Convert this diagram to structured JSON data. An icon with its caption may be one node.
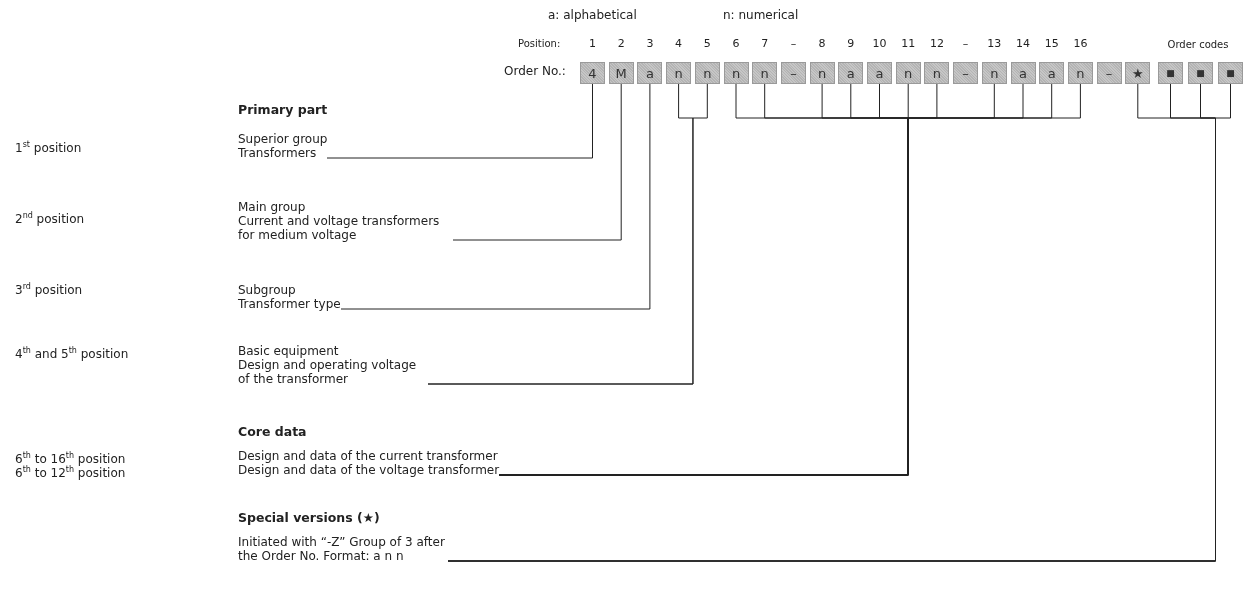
{
  "diagram": {
    "nodes": [
      {
        "text": [
          "4"
        ]
      },
      {
        "text": [
          "M"
        ]
      },
      {
        "text": [
          "a"
        ]
      },
      {
        "text": [
          "n"
        ]
      },
      {
        "text": [
          "n"
        ]
      },
      {
        "text": [
          "n"
        ]
      },
      {
        "text": [
          "n"
        ]
      },
      {
        "text": [
          "–"
        ]
      },
      {
        "text": [
          "n"
        ]
      },
      {
        "text": [
          "a"
        ]
      },
      {
        "text": [
          "a"
        ]
      },
      {
        "text": [
          "n"
        ]
      },
      {
        "text": [
          "n"
        ]
      },
      {
        "text": [
          "–"
        ]
      },
      {
        "text": [
          "n"
        ]
      },
      {
        "text": [
          "a"
        ]
      },
      {
        "text": [
          "a"
        ]
      },
      {
        "text": [
          "n"
        ]
      },
      {
        "text": [
          "–"
        ]
      },
      {
        "text": [
          "★"
        ]
      },
      {
        "text": [
          "■"
        ]
      },
      {
        "text": [
          "■"
        ]
      },
      {
        "text": [
          "■"
        ]
      },
      {
        "text": [
          "Superior group",
          "Transformers"
        ]
      },
      {
        "text": [
          "Main group",
          "Current and voltage transformers for medium voltage"
        ]
      },
      {
        "text": [
          "Subgroup",
          "Transformer type"
        ]
      },
      {
        "text": [
          "Basic equipment",
          "Design and operating voltage of the transformer"
        ]
      },
      {
        "text": [
          "Core data",
          "Design and data of the current transformer",
          "Design and data of the voltage transformer"
        ]
      },
      {
        "text": [
          "Special versions (★)",
          "Initiated with “-Z” Group of 3 after the Order No. Format: a n n"
        ]
      }
    ],
    "edges": [
      {
        "from": 23,
        "to": 0,
        "arrow": "none"
      },
      {
        "from": 24,
        "to": 1,
        "arrow": "none"
      },
      {
        "from": 25,
        "to": 2,
        "arrow": "none"
      },
      {
        "from": 26,
        "to": 3,
        "arrow": "none"
      },
      {
        "from": 26,
        "to": 4,
        "arrow": "none"
      },
      {
        "from": 27,
        "to": 5,
        "arrow": "none"
      },
      {
        "from": 27,
        "to": 6,
        "arrow": "none"
      },
      {
        "from": 27,
        "to": 8,
        "arrow": "none"
      },
      {
        "from": 27,
        "to": 9,
        "arrow": "none"
      },
      {
        "from": 27,
        "to": 10,
        "arrow": "none"
      },
      {
        "from": 27,
        "to": 11,
        "arrow": "none"
      },
      {
        "from": 27,
        "to": 12,
        "arrow": "none"
      },
      {
        "from": 27,
        "to": 14,
        "arrow": "none"
      },
      {
        "from": 27,
        "to": 15,
        "arrow": "none"
      },
      {
        "from": 27,
        "to": 16,
        "arrow": "none"
      },
      {
        "from": 27,
        "to": 17,
        "arrow": "none"
      },
      {
        "from": 28,
        "to": 19,
        "arrow": "none"
      },
      {
        "from": 28,
        "to": 20,
        "arrow": "none"
      },
      {
        "from": 28,
        "to": 21,
        "arrow": "none"
      },
      {
        "from": 28,
        "to": 22,
        "arrow": "none"
      }
    ],
    "labels": [
      "a: alphabetical",
      "n: numerical",
      "Position:",
      "1",
      "2",
      "3",
      "4",
      "5",
      "6",
      "7",
      "–",
      "8",
      "9",
      "10",
      "11",
      "12",
      "–",
      "13",
      "14",
      "15",
      "16",
      "Order codes",
      "Order No.:",
      "Primary part",
      "1$^{st}$ position",
      "2$^{nd}$ position",
      "3$^{rd}$ position",
      "4$^{th}$ and 5$^{th}$ position",
      "6$^{th}$ to 16$^{th}$ position",
      "6$^{th}$ to 12$^{th}$ position"
    ]
  }
}
